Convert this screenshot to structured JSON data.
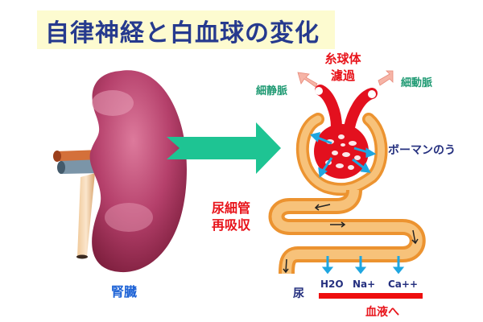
{
  "title": "自律神経と白血球の変化",
  "kidney": {
    "label": "腎臓"
  },
  "nephron": {
    "glomerulus_label_line1": "糸球体",
    "glomerulus_label_line2": "濾過",
    "venule_label": "細静脈",
    "arteriole_label": "細動脈",
    "bowman_label": "ボーマンのう",
    "tubule_label_line1": "尿細管",
    "tubule_label_line2": "再吸収",
    "urine_label": "尿",
    "reabsorbed": [
      "H2O",
      "Na+",
      "Ca++"
    ],
    "blood_label": "血液へ"
  },
  "colors": {
    "title_text": "#263a8e",
    "title_bg": "#fdfbd0",
    "kidney": "#b23a66",
    "arrow": "#1ec493",
    "glomerulus": "#e3101e",
    "tubule": "#f2a63a",
    "blood_bar": "#ee0f0f",
    "label_red": "#e8141b",
    "label_green": "#1f9a73",
    "label_navy": "#25307f"
  }
}
